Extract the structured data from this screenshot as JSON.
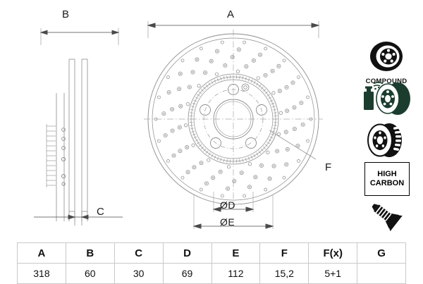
{
  "drawing": {
    "title": "brake-disc-technical-drawing",
    "side_view": {
      "dimension_top": "B",
      "dimension_bottom": "C"
    },
    "front_view": {
      "dimension_width": "A",
      "dimension_bore": "ØD",
      "dimension_bolt_circle": "ØE",
      "leader_label": "F"
    }
  },
  "icons": [
    {
      "name": "compound-disc-icon",
      "caption": "COMPOUND",
      "color": "#111111"
    },
    {
      "name": "coating-spray-disc-icon",
      "caption": "",
      "color": "#1a3d2e"
    },
    {
      "name": "vented-disc-icon",
      "caption": "",
      "color": "#111111"
    },
    {
      "name": "high-carbon-badge",
      "line1": "HIGH",
      "line2": "CARBON",
      "color": "#000000"
    },
    {
      "name": "countersunk-screw-icon",
      "caption": "",
      "color": "#111111"
    }
  ],
  "spec_table": {
    "headers": [
      "A",
      "B",
      "C",
      "D",
      "E",
      "F",
      "F(x)",
      "G"
    ],
    "values": [
      "318",
      "60",
      "30",
      "69",
      "112",
      "15,2",
      "5+1",
      ""
    ]
  },
  "colors": {
    "line": "#8c8c8c",
    "dim_line": "#4a4a4a",
    "table_border": "#c9c9c9",
    "green": "#1a3d2e",
    "black": "#111111"
  }
}
